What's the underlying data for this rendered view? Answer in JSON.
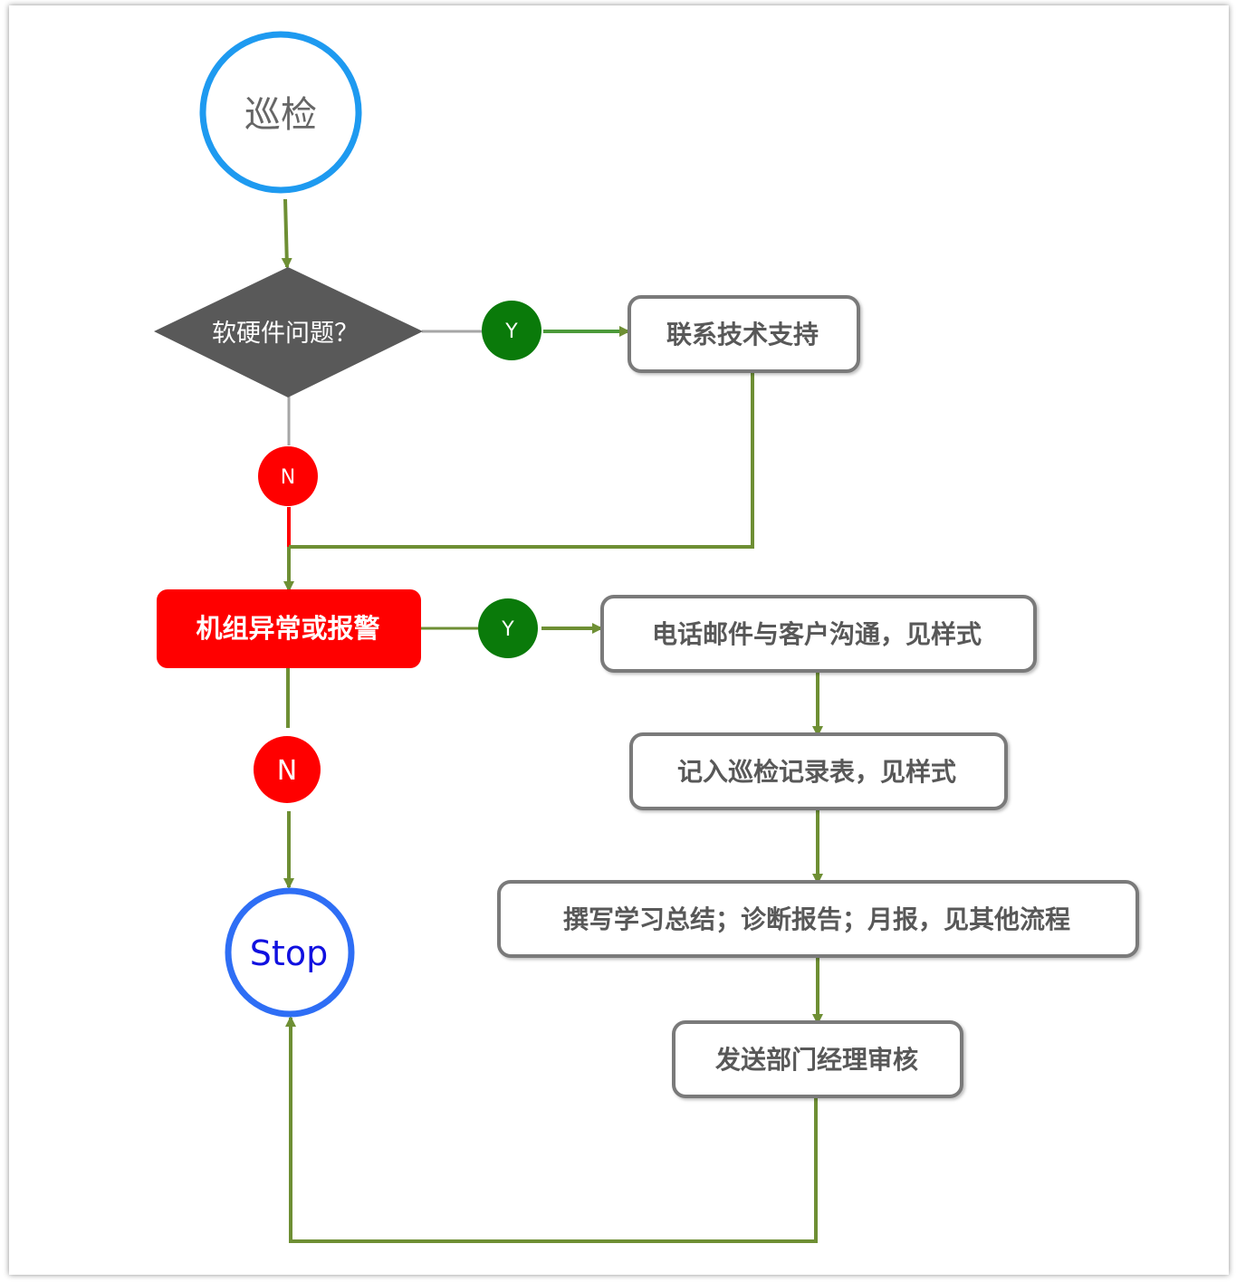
{
  "nodes": {
    "start": "巡检",
    "decision": "软硬件问题？",
    "contact_support": "联系技术支持",
    "alarm": "机组异常或报警",
    "email_customer": "电话邮件与客户沟通，见样式",
    "record": "记入巡检记录表，见样式",
    "summary": "撰写学习总结；诊断报告；月报，见其他流程",
    "review": "发送部门经理审核",
    "stop": "Stop"
  },
  "branch_labels": {
    "yes": "Y",
    "no": "N"
  },
  "colors": {
    "connector_green": "#6e8f34",
    "connector_gray": "#a6a6a6",
    "connector_red": "#ff0000",
    "start_ring": "#1e9af0",
    "stop_ring": "#2e6ef5",
    "stop_text": "#1010e0",
    "decision_fill": "#595959",
    "alarm_fill": "#ff0000",
    "yes_badge": "#0a7a0a",
    "no_badge": "#ff0000",
    "box_border": "#7a7a7a"
  }
}
